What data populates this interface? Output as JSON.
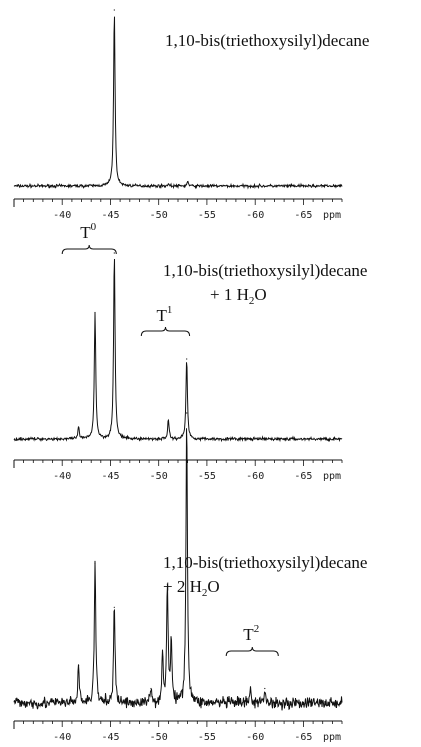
{
  "chart_data": [
    {
      "type": "line",
      "title": "1,10-bis(triethoxysilyl)decane",
      "title_line2": "",
      "xlabel": "ppm",
      "x_axis_reversed": true,
      "xlim": [
        -35,
        -69
      ],
      "x_ticks": [
        -40,
        -45,
        -50,
        -55,
        -60,
        -65
      ],
      "grid": false,
      "baseline_noise": 0.012,
      "peaks": [
        {
          "x": -45.4,
          "height": 1.0
        },
        {
          "x": -51.0,
          "height": 0.012
        },
        {
          "x": -53.0,
          "height": 0.025
        }
      ],
      "bracket_labels": []
    },
    {
      "type": "line",
      "title": "1,10-bis(triethoxysilyl)decane",
      "title_line2": "+ 1 H",
      "title_line2_sub": "2",
      "title_line2_tail": "O",
      "xlabel": "ppm",
      "x_axis_reversed": true,
      "xlim": [
        -35,
        -69
      ],
      "x_ticks": [
        -40,
        -45,
        -50,
        -55,
        -60,
        -65
      ],
      "grid": false,
      "baseline_noise": 0.012,
      "peaks": [
        {
          "x": -41.7,
          "height": 0.06
        },
        {
          "x": -43.4,
          "height": 0.68
        },
        {
          "x": -45.4,
          "height": 1.0
        },
        {
          "x": -51.0,
          "height": 0.1
        },
        {
          "x": -52.9,
          "height": 0.43
        }
      ],
      "bracket_labels": [
        {
          "label": "T",
          "sup": "0",
          "x_from": -40.0,
          "x_to": -45.6
        },
        {
          "label": "T",
          "sup": "1",
          "x_from": -48.2,
          "x_to": -53.2
        }
      ]
    },
    {
      "type": "line",
      "title": "1,10-bis(triethoxysilyl)decane",
      "title_line2": "+ 2 H",
      "title_line2_sub": "2",
      "title_line2_tail": "O",
      "xlabel": "ppm",
      "x_axis_reversed": true,
      "xlim": [
        -35,
        -69
      ],
      "x_ticks": [
        -40,
        -45,
        -50,
        -55,
        -60,
        -65
      ],
      "grid": false,
      "baseline_noise": 0.03,
      "peaks": [
        {
          "x": -41.7,
          "height": 0.13
        },
        {
          "x": -43.4,
          "height": 0.48
        },
        {
          "x": -45.4,
          "height": 0.33
        },
        {
          "x": -49.2,
          "height": 0.05
        },
        {
          "x": -50.4,
          "height": 0.16
        },
        {
          "x": -50.9,
          "height": 0.41
        },
        {
          "x": -51.3,
          "height": 0.2
        },
        {
          "x": -52.9,
          "height": 1.0
        },
        {
          "x": -59.5,
          "height": 0.04
        },
        {
          "x": -61.0,
          "height": 0.05
        }
      ],
      "bracket_labels": [
        {
          "label": "T",
          "sup": "2",
          "x_from": -57.0,
          "x_to": -62.4
        }
      ]
    }
  ]
}
